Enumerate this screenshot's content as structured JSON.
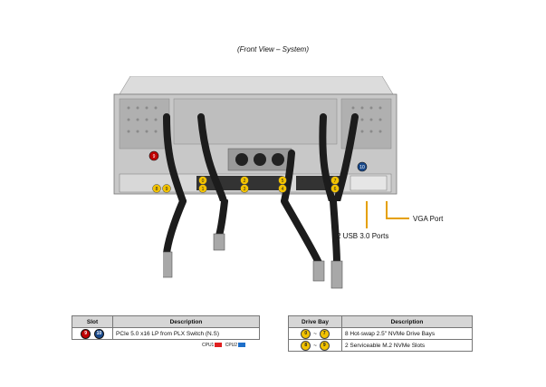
{
  "caption": "(Front View – System)",
  "callouts": {
    "usb": "2 USB 3.0 Ports",
    "vga": "VGA Port"
  },
  "slot_table": {
    "header_slot": "Slot",
    "header_desc": "Description",
    "rows": [
      {
        "badges": [
          "9",
          "10"
        ],
        "description": "PCIe 5.0 x16 LP from PLX Switch (N.S)"
      }
    ]
  },
  "legend": {
    "cpu1": "CPU1",
    "cpu1_color": "#e02020",
    "cpu2": "CPU2",
    "cpu2_color": "#1f6fc9"
  },
  "bay_table": {
    "header_bay": "Drive Bay",
    "header_desc": "Description",
    "rows": [
      {
        "badge_a": "0",
        "sep": "~",
        "badge_b": "7",
        "description": "8 Hot-swap 2.5\" NVMe Drive Bays"
      },
      {
        "badge_a": "8",
        "sep": "~",
        "badge_b": "9",
        "description": "2 Serviceable M.2 NVMe Slots"
      }
    ]
  },
  "chassis_badges": [
    "9",
    "10",
    "8",
    "9",
    "0",
    "2",
    "1",
    "3",
    "5",
    "7",
    "4",
    "6"
  ]
}
